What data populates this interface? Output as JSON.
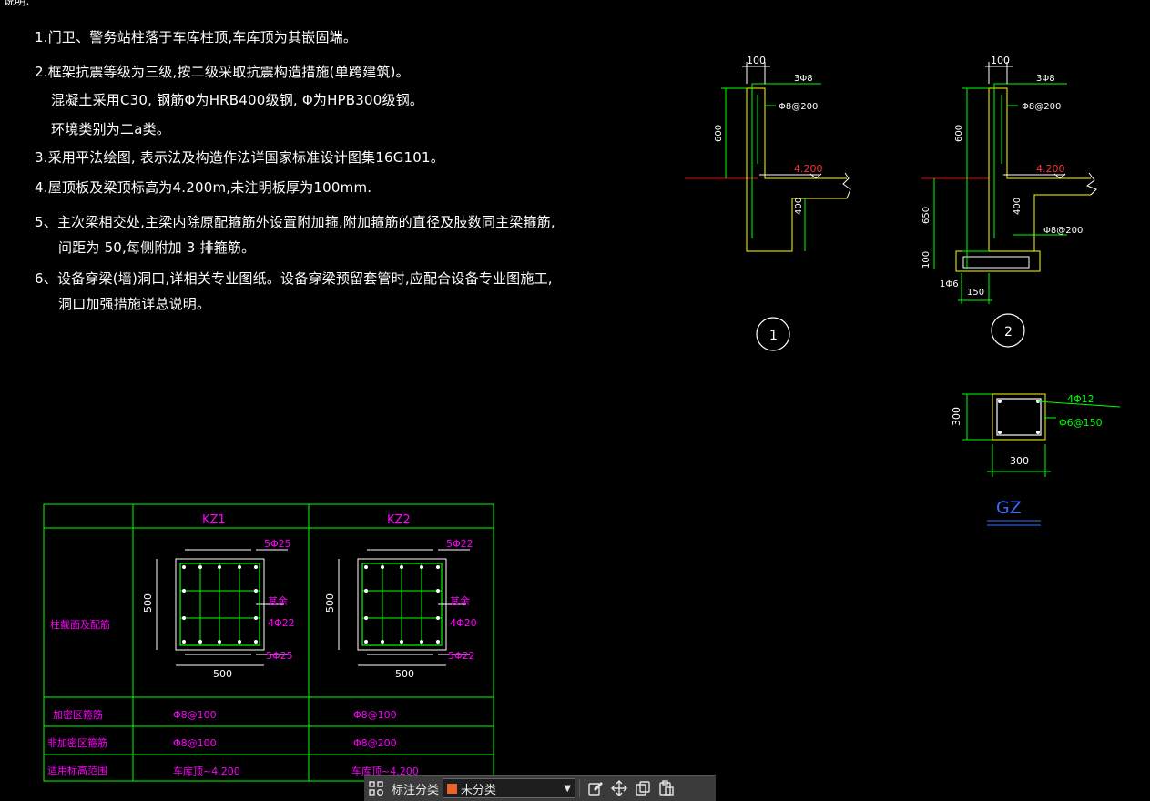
{
  "corner_label": "说明:",
  "notes": [
    "1.门卫、警务站柱落于车库柱顶,车库顶为其嵌固端。",
    "2.框架抗震等级为三级,按二级采取抗震构造措施(单跨建筑)。",
    "混凝土采用C30,     钢筋Φ为HRB400级钢, Φ为HPB300级钢。",
    "环境类别为二a类。",
    "3.采用平法绘图,     表示法及构造作法详国家标准设计图集16G101。",
    "4.屋顶板及梁顶标高为4.200m,未注明板厚为100mm.",
    "5、主次梁相交处,主梁内除原配箍筋外设置附加箍,附加箍筋的直径及肢数同主梁箍筋,",
    "间距为 50,每侧附加 3  排箍筋。",
    "6、设备穿梁(墙)洞口,详相关专业图纸。设备穿梁预留套管时,应配合设备专业图施工,",
    "洞口加强措施详总说明。"
  ],
  "detail1": {
    "dim_top": "100",
    "bar_top": "3Φ8",
    "stirrup": "Φ8@200",
    "dim_600": "600",
    "elevation": "4.200",
    "dim_400": "400",
    "label": "1"
  },
  "detail2": {
    "dim_top": "100",
    "bar_top": "3Φ8",
    "stirrup": "Φ8@200",
    "dim_600": "600",
    "elevation": "4.200",
    "dim_400": "400",
    "dim_650": "650",
    "stirrup_low": "Φ8@200",
    "dim_100": "100",
    "bar_bottom": "1Φ6",
    "dim_150": "150",
    "label": "2"
  },
  "gz": {
    "dim_left": "300",
    "dim_bottom": "300",
    "bars": "4Φ12",
    "stirrup": "Φ6@150",
    "title": "GZ"
  },
  "table": {
    "columns": [
      "KZ1",
      "KZ2"
    ],
    "row_labels": [
      "柱截面及配筋",
      "加密区箍筋",
      "非加密区箍筋",
      "适用标高范围"
    ],
    "kz1": {
      "top_bars": "5Φ25",
      "side_label": "其余",
      "side_bars": "4Φ22",
      "bottom_bars": "5Φ25",
      "dim_left": "500",
      "dim_bottom": "500",
      "dense": "Φ8@100",
      "nondense": "Φ8@100",
      "range": "车库顶~4.200"
    },
    "kz2": {
      "top_bars": "5Φ22",
      "side_label": "其余",
      "side_bars": "4Φ20",
      "bottom_bars": "5Φ22",
      "dim_left": "500",
      "dim_bottom": "500",
      "dense": "Φ8@100",
      "nondense": "Φ8@200",
      "range": "车库顶~4.200"
    }
  },
  "toolbar": {
    "category_label": "标注分类",
    "selected": "未分类",
    "icons": [
      "grid-icon",
      "edit-icon",
      "move-icon",
      "copy-icon",
      "paste-icon"
    ]
  },
  "colors": {
    "background": "#000000",
    "green": "#00ff00",
    "yellow": "#ffff00",
    "magenta": "#ff00ff",
    "white": "#ffffff",
    "red": "#ff0000",
    "blue": "#3a6bff",
    "accent_swatch": "#e8642a"
  }
}
